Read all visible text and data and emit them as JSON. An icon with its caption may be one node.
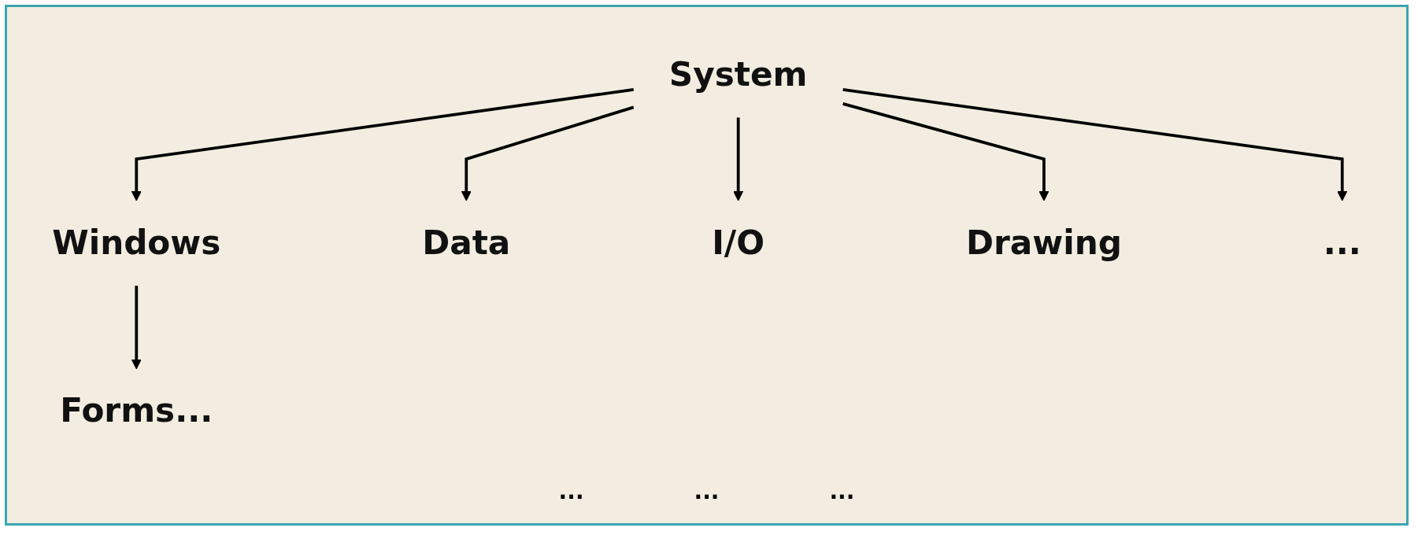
{
  "diagram": {
    "nodes": [
      {
        "text": [
          "System"
        ]
      },
      {
        "text": [
          "Windows"
        ]
      },
      {
        "text": [
          "Data"
        ]
      },
      {
        "text": [
          "I/O"
        ]
      },
      {
        "text": [
          "Drawing"
        ]
      },
      {
        "text": [
          "..."
        ]
      },
      {
        "text": [
          "Forms..."
        ]
      }
    ],
    "edges": [
      {
        "from": 0,
        "to": 1,
        "arrow": "to"
      },
      {
        "from": 0,
        "to": 2,
        "arrow": "to"
      },
      {
        "from": 0,
        "to": 3,
        "arrow": "to"
      },
      {
        "from": 0,
        "to": 4,
        "arrow": "to"
      },
      {
        "from": 0,
        "to": 5,
        "arrow": "to"
      },
      {
        "from": 1,
        "to": 6,
        "arrow": "to"
      }
    ],
    "labels": [
      "...",
      "...",
      "..."
    ]
  }
}
